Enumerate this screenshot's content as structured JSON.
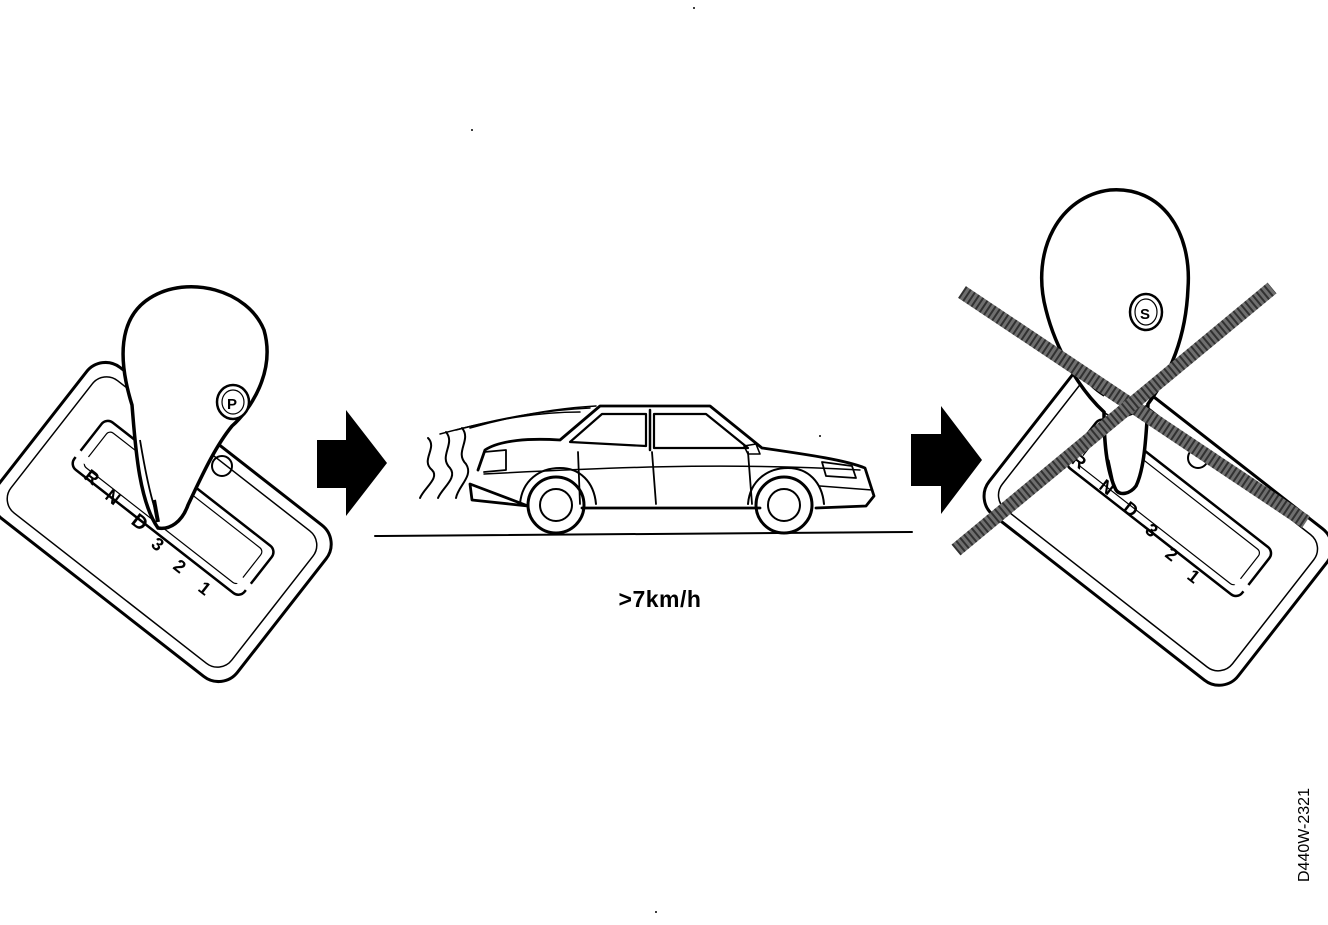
{
  "speed_label": ">7km/h",
  "figure_code": "D440W-2321",
  "selector_left": {
    "gear_labels": [
      "R",
      "N",
      "D",
      "3",
      "2",
      "1"
    ],
    "button_letter": "P"
  },
  "selector_right": {
    "gear_labels": [
      "R",
      "N",
      "D",
      "3",
      "2",
      "1"
    ],
    "button_letter": "S"
  }
}
